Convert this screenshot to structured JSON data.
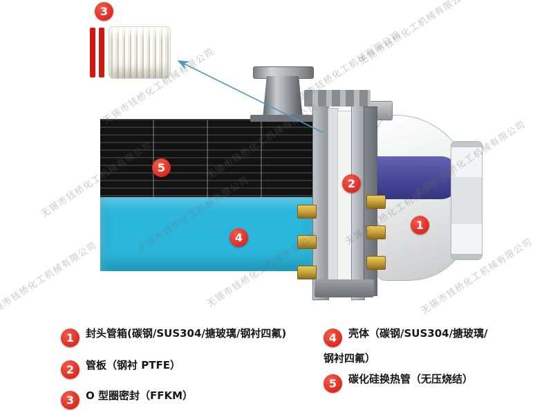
{
  "watermark": {
    "text": "无锡市钱桥化工机械有限公司"
  },
  "colors": {
    "badge-red": "#d2190f",
    "shell-cyan": "#2bb6dc",
    "head-purple": "#47479a",
    "brass": "#c9a23a",
    "arrow-blue": "#4e97c4",
    "tube-dark": "#121212",
    "watermark-gray": "#6b6b6b"
  },
  "legend": {
    "items": [
      {
        "num": "1",
        "label": "封头管箱(碳钢/SUS304/搪玻璃/钢衬四氟)"
      },
      {
        "num": "2",
        "label": "管板（钢衬 PTFE）"
      },
      {
        "num": "3",
        "label": "O 型圈密封（FFKM）"
      },
      {
        "num": "4",
        "label": "壳体（碳钢/SUS304/搪玻璃/钢衬四氟）"
      },
      {
        "num": "5",
        "label": "碳化硅换热管（无压烧结）"
      }
    ]
  }
}
